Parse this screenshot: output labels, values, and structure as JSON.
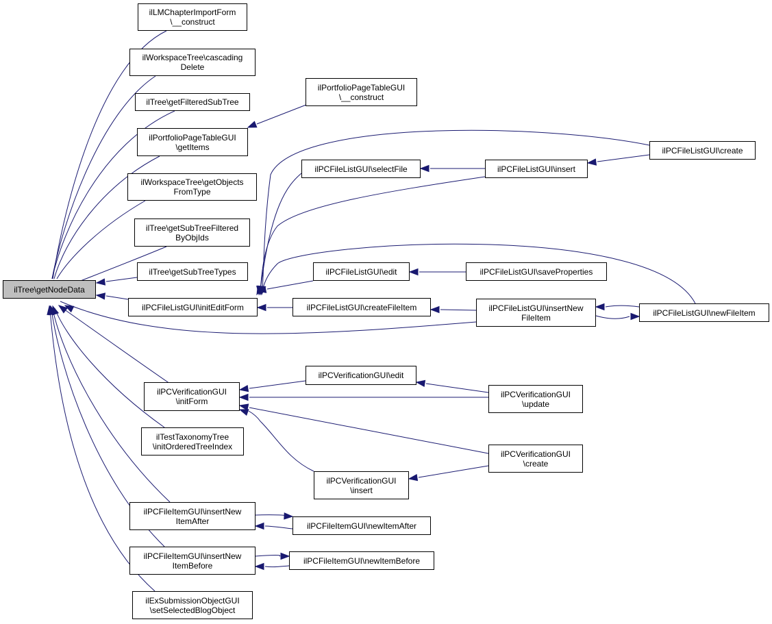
{
  "graph": {
    "root_color": "#bfbfbf",
    "edge_color": "#191970",
    "nodes": [
      {
        "id": "root",
        "label": "ilTree\\getNodeData",
        "root": true
      },
      {
        "id": "lmchapter",
        "label": "ilLMChapterImportForm\n\\__construct"
      },
      {
        "id": "wscascade",
        "label": "ilWorkspaceTree\\cascading\nDelete"
      },
      {
        "id": "filtered",
        "label": "ilTree\\getFilteredSubTree"
      },
      {
        "id": "portgetitems",
        "label": "ilPortfolioPageTableGUI\n\\getItems"
      },
      {
        "id": "wsgetobj",
        "label": "ilWorkspaceTree\\getObjects\nFromType"
      },
      {
        "id": "subfiltered",
        "label": "ilTree\\getSubTreeFiltered\nByObjIds"
      },
      {
        "id": "subtypes",
        "label": "ilTree\\getSubTreeTypes"
      },
      {
        "id": "initedit",
        "label": "ilPCFileListGUI\\initEditForm"
      },
      {
        "id": "verifinit",
        "label": "ilPCVerificationGUI\n\\initForm"
      },
      {
        "id": "taxonomy",
        "label": "ilTestTaxonomyTree\n\\initOrderedTreeIndex"
      },
      {
        "id": "insafter",
        "label": "ilPCFileItemGUI\\insertNew\nItemAfter"
      },
      {
        "id": "insbefore",
        "label": "ilPCFileItemGUI\\insertNew\nItemBefore"
      },
      {
        "id": "exsub",
        "label": "ilExSubmissionObjectGUI\n\\setSelectedBlogObject"
      },
      {
        "id": "portconstruct",
        "label": "ilPortfolioPageTableGUI\n\\__construct"
      },
      {
        "id": "selectfile",
        "label": "ilPCFileListGUI\\selectFile"
      },
      {
        "id": "fledit",
        "label": "ilPCFileListGUI\\edit"
      },
      {
        "id": "createfileitem",
        "label": "ilPCFileListGUI\\createFileItem"
      },
      {
        "id": "flinsert",
        "label": "ilPCFileListGUI\\insert"
      },
      {
        "id": "saveprops",
        "label": "ilPCFileListGUI\\saveProperties"
      },
      {
        "id": "insnewfileitem",
        "label": "ilPCFileListGUI\\insertNew\nFileItem"
      },
      {
        "id": "flcreate",
        "label": "ilPCFileListGUI\\create"
      },
      {
        "id": "newfileitem",
        "label": "ilPCFileListGUI\\newFileItem"
      },
      {
        "id": "verifedit",
        "label": "ilPCVerificationGUI\\edit"
      },
      {
        "id": "verifinsert",
        "label": "ilPCVerificationGUI\n\\insert"
      },
      {
        "id": "verifupdate",
        "label": "ilPCVerificationGUI\n\\update"
      },
      {
        "id": "verifcreate",
        "label": "ilPCVerificationGUI\n\\create"
      },
      {
        "id": "newitemafter",
        "label": "ilPCFileItemGUI\\newItemAfter"
      },
      {
        "id": "newitembefore",
        "label": "ilPCFileItemGUI\\newItemBefore"
      }
    ]
  }
}
